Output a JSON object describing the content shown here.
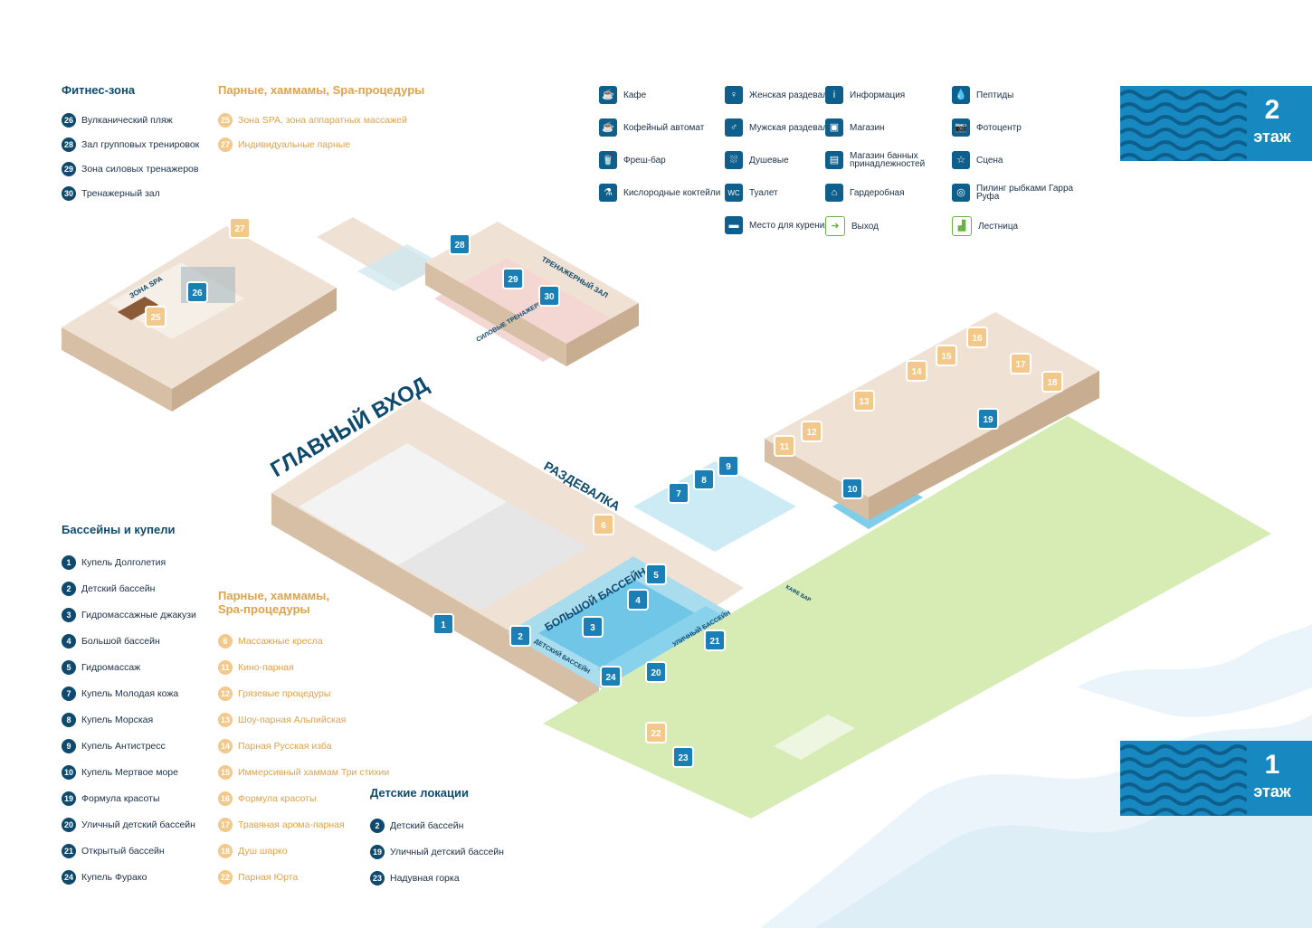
{
  "legend_fitness": {
    "title": "Фитнес-зона",
    "items": [
      {
        "num": "26",
        "label": "Вулканический пляж"
      },
      {
        "num": "28",
        "label": "Зал групповых тренировок"
      },
      {
        "num": "29",
        "label": "Зона силовых тренажеров"
      },
      {
        "num": "30",
        "label": "Тренажерный зал"
      }
    ]
  },
  "legend_spa_top": {
    "title": "Парные, хаммамы, Spa-процедуры",
    "items": [
      {
        "num": "25",
        "label": "Зона SPA, зона аппаратных массажей"
      },
      {
        "num": "27",
        "label": "Индивидуальные парные"
      }
    ]
  },
  "amenities": [
    {
      "icon": "cafe-icon",
      "glyph": "☕",
      "label": "Кафе"
    },
    {
      "icon": "coffee-machine-icon",
      "glyph": "☕",
      "label": "Кофейный автомат"
    },
    {
      "icon": "fresh-bar-icon",
      "glyph": "🥤",
      "label": "Фреш-бар"
    },
    {
      "icon": "oxygen-cocktail-icon",
      "glyph": "⚗",
      "label": "Кислородные коктейли"
    },
    {
      "icon": "womens-changing-room-icon",
      "glyph": "♀",
      "label": "Женская раздевалка"
    },
    {
      "icon": "mens-changing-room-icon",
      "glyph": "♂",
      "label": "Мужская раздевалка"
    },
    {
      "icon": "shower-icon",
      "glyph": "⛆",
      "label": "Душевые"
    },
    {
      "icon": "toilet-icon",
      "glyph": "WC",
      "label": "Туалет"
    },
    {
      "icon": "smoking-area-icon",
      "glyph": "▬",
      "label": "Место для курения"
    },
    {
      "icon": "info-icon",
      "glyph": "i",
      "label": "Информация"
    },
    {
      "icon": "shop-icon",
      "glyph": "▣",
      "label": "Магазин"
    },
    {
      "icon": "bath-shop-icon",
      "glyph": "▤",
      "label": "Магазин банных принадлежностей"
    },
    {
      "icon": "wardrobe-icon",
      "glyph": "⌂",
      "label": "Гардеробная"
    },
    {
      "icon": "exit-icon",
      "glyph": "➜",
      "label": "Выход"
    },
    {
      "icon": "peptides-icon",
      "glyph": "💧",
      "label": "Пептиды"
    },
    {
      "icon": "photo-center-icon",
      "glyph": "📷",
      "label": "Фотоцентр"
    },
    {
      "icon": "stage-icon",
      "glyph": "☆",
      "label": "Сцена"
    },
    {
      "icon": "fish-peeling-icon",
      "glyph": "◎",
      "label": "Пилинг рыбками Гарра Руфа"
    },
    {
      "icon": "stairs-icon",
      "glyph": "▟",
      "label": "Лестница"
    }
  ],
  "floors": [
    {
      "num": "2",
      "label": "этаж"
    },
    {
      "num": "1",
      "label": "этаж"
    }
  ],
  "map_labels": {
    "main_entrance": "ГЛАВНЫЙ ВХОД",
    "changing_room": "РАЗДЕВАЛКА",
    "big_pool": "БОЛЬШОЙ БАССЕЙН",
    "kids_pool": "ДЕТСКИЙ БАССЕЙН",
    "outdoor_pool": "УЛИЧНЫЙ БАССЕЙН",
    "gym": "ТРЕНАЖЕРНЫЙ ЗАЛ",
    "strength": "СИЛОВЫЕ ТРЕНАЖЕРЫ",
    "spa_zone": "ЗОНА SPA",
    "cafe_bar": "КАФЕ БАР"
  },
  "legend_pools": {
    "title": "Бассейны и купели",
    "items": [
      {
        "num": "1",
        "label": "Купель Долголетия"
      },
      {
        "num": "2",
        "label": "Детский бассейн"
      },
      {
        "num": "3",
        "label": "Гидромассажные джакузи"
      },
      {
        "num": "4",
        "label": "Большой бассейн"
      },
      {
        "num": "5",
        "label": "Гидромассаж"
      },
      {
        "num": "7",
        "label": "Купель Молодая кожа"
      },
      {
        "num": "8",
        "label": "Купель Морская"
      },
      {
        "num": "9",
        "label": "Купель Антистресс"
      },
      {
        "num": "10",
        "label": "Купель Мертвое море"
      },
      {
        "num": "19",
        "label": "Формула красоты"
      },
      {
        "num": "20",
        "label": "Уличный детский бассейн"
      },
      {
        "num": "21",
        "label": "Открытый бассейн"
      },
      {
        "num": "24",
        "label": "Купель Фурако"
      }
    ]
  },
  "legend_spa_bottom": {
    "title_line1": "Парные, хаммамы,",
    "title_line2": "Spa-процедуры",
    "items": [
      {
        "num": "6",
        "label": "Массажные кресла"
      },
      {
        "num": "11",
        "label": "Кино-парная"
      },
      {
        "num": "12",
        "label": "Грязевые процедуры"
      },
      {
        "num": "13",
        "label": "Шоу-парная Альпийская"
      },
      {
        "num": "14",
        "label": "Парная Русская изба"
      },
      {
        "num": "15",
        "label": "Иммерсивный хаммам Три стихии"
      },
      {
        "num": "16",
        "label": "Формула красоты"
      },
      {
        "num": "17",
        "label": "Травяная арома-парная"
      },
      {
        "num": "18",
        "label": "Душ шарко"
      },
      {
        "num": "22",
        "label": "Парная Юрта"
      }
    ]
  },
  "legend_kids": {
    "title": "Детские локации",
    "items": [
      {
        "num": "2",
        "label": "Детский бассейн"
      },
      {
        "num": "19",
        "label": "Уличный детский бассейн"
      },
      {
        "num": "23",
        "label": "Надувная горка"
      }
    ]
  },
  "map_markers_blue": [
    "1",
    "2",
    "3",
    "4",
    "5",
    "7",
    "8",
    "9",
    "10",
    "19",
    "20",
    "21",
    "23",
    "24",
    "26",
    "28",
    "29",
    "30"
  ],
  "map_markers_orange": [
    "6",
    "11",
    "12",
    "13",
    "14",
    "15",
    "16",
    "17",
    "18",
    "22",
    "25",
    "27"
  ]
}
